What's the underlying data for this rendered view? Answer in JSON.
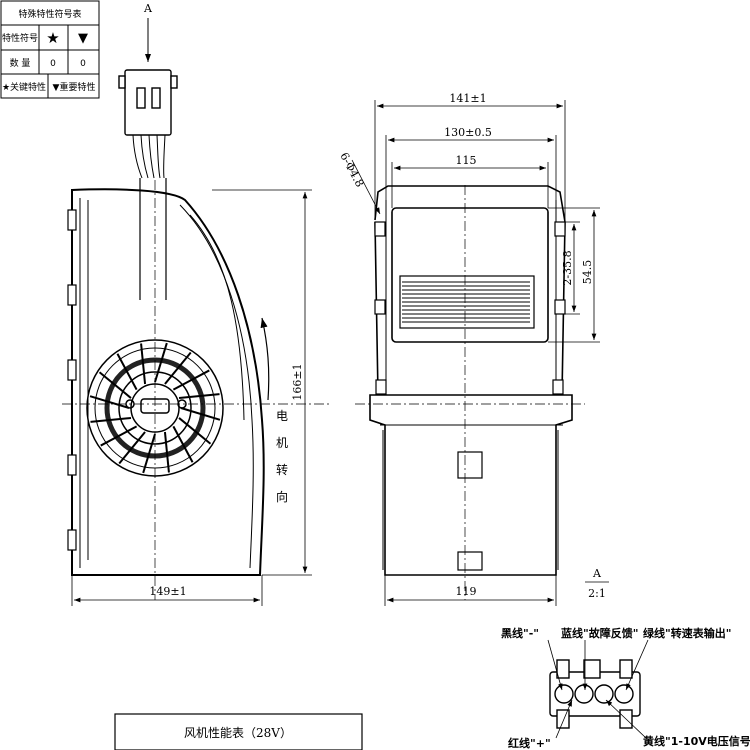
{
  "symbol_table": {
    "title": "特殊特性符号表",
    "row_header": "特性符号",
    "symbols": [
      "★",
      "▼"
    ],
    "qty_label": "数  量",
    "qty_values": [
      "0",
      "0"
    ],
    "legend_key": "★关键特性",
    "legend_important": "▼重要特性"
  },
  "views": {
    "front": {
      "width_dim": "149±1",
      "height_dim": "166±1",
      "rotation_label": [
        "电",
        "机",
        "转",
        "向"
      ],
      "section_marker": "A"
    },
    "side": {
      "dims": [
        "141±1",
        "130±0.5",
        "115",
        "119"
      ],
      "hole_dim": "6-Φ4.8",
      "height_small": "2-35.8",
      "height_large": "54.5"
    }
  },
  "detail": {
    "marker": "A",
    "scale": "2:1"
  },
  "connector_labels": {
    "black": "黑线\"-\"",
    "blue": "蓝线\"故障反馈\"",
    "green": "绿线\"转速表输出\"",
    "red": "红线\"+\"",
    "yellow": "黄线\"1-10V电压信号\""
  },
  "performance_table_title": "风机性能表（28V）"
}
